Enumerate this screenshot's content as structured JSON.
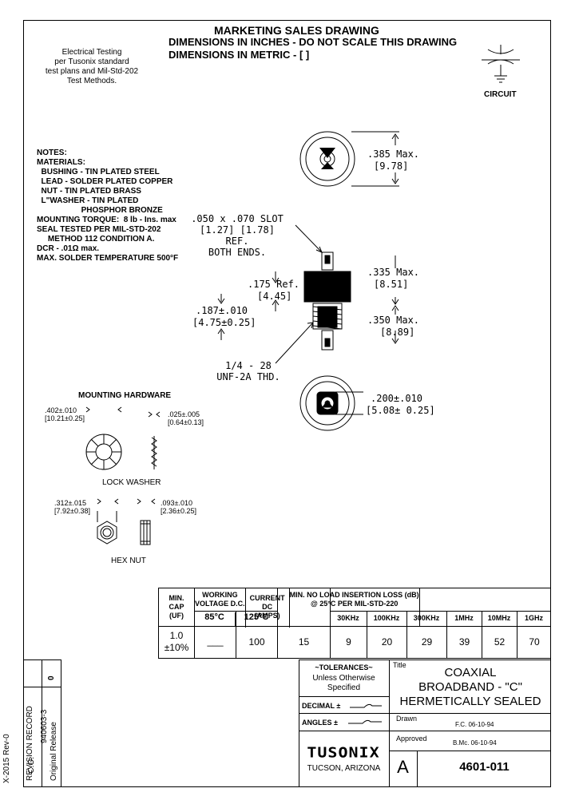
{
  "header": {
    "title": "MARKETING SALES DRAWING",
    "line2": "DIMENSIONS IN INCHES - DO NOT SCALE THIS DRAWING",
    "line3": "DIMENSIONS IN METRIC - [   ]"
  },
  "testing": [
    "Electrical Testing",
    "per Tusonix standard",
    "test plans and Mil-Std-202",
    "Test Methods."
  ],
  "circuit_label": "CIRCUIT",
  "notes": [
    "NOTES:",
    "MATERIALS:",
    "  BUSHING - TIN PLATED STEEL",
    "  LEAD - SOLDER PLATED COPPER",
    "  NUT - TIN PLATED BRASS",
    "  L\"WASHER - TIN PLATED",
    "                    PHOSPHOR BRONZE",
    "MOUNTING TORQUE:  8 lb - Ins. max",
    "SEAL TESTED PER MIL-STD-202",
    "     METHOD 112 CONDITION A.",
    "DCR - .01Ω max.",
    "MAX. SOLDER TEMPERATURE 500°F"
  ],
  "dims": {
    "d385": ".385 Max.",
    "d385m": "[9.78]",
    "slot1": ".050 x .070 SLOT",
    "slot2": "[1.27] [1.78] REF.",
    "slot3": "BOTH ENDS.",
    "d335": ".335 Max.",
    "d335m": "[8.51]",
    "d175": ".175 Ref.",
    "d175m": "[4.45]",
    "d187": ".187±.010",
    "d187m": "[4.75±0.25]",
    "d350": ".350 Max.",
    "d350m": "[8.89]",
    "thd1": "1/4 - 28",
    "thd2": "UNF-2A THD.",
    "d200": ".200±.010",
    "d200m": "[5.08± 0.25]"
  },
  "hardware": {
    "title": "MOUNTING HARDWARE",
    "w402": ".402±.010",
    "w402m": "[10.21±0.25]",
    "w025": ".025±.005",
    "w025m": "[0.64±0.13]",
    "lock_washer": "LOCK  WASHER",
    "n312": ".312±.015",
    "n312m": "[7.92±0.38]",
    "n093": ".093±.010",
    "n093m": "[2.36±0.25]",
    "hex_nut": "HEX NUT"
  },
  "spec_table": {
    "min_cap": [
      "MIN.",
      "CAP",
      "(UF)"
    ],
    "working": [
      "WORKING",
      "VOLTAGE D.C."
    ],
    "t85": "85°C",
    "t125": "125°C",
    "current": [
      "CURRENT",
      "DC",
      "(AMPS)"
    ],
    "loss": [
      "MIN. NO LOAD INSERTION LOSS (dB)",
      "@ 25°C PER MIL-STD-220"
    ],
    "freqs": [
      "30KHz",
      "100KHz",
      "300KHz",
      "1MHz",
      "10MHz",
      "1GHz"
    ],
    "cap_value": [
      "1.0",
      "±10%"
    ],
    "v85": "___",
    "v125": "100",
    "amps": "15",
    "loss_values": [
      "9",
      "20",
      "29",
      "39",
      "52",
      "70"
    ]
  },
  "revision": {
    "label": "REVISION RECORD",
    "rev": "0",
    "original": "Original Release",
    "co": "C.O.",
    "co_num": "940603-3",
    "form": "X-2015 Rev-0"
  },
  "title_block": {
    "tolerances": "~TOLERANCES~",
    "unless": "Unless Otherwise",
    "specified": "Specified",
    "decimal": "DECIMAL ±",
    "angles": "ANGLES ±",
    "logo": "TUSONIX",
    "location": "TUCSON, ARIZONA",
    "title_label": "Title",
    "title": [
      "COAXIAL",
      "BROADBAND - \"C\"",
      "HERMETICALLY SEALED"
    ],
    "drawn_label": "Drawn",
    "drawn": "F.C. 06-10-94",
    "approved_label": "Approved",
    "approved": "B.Mc. 06-10-94",
    "size": "A",
    "part_number": "4601-011"
  }
}
